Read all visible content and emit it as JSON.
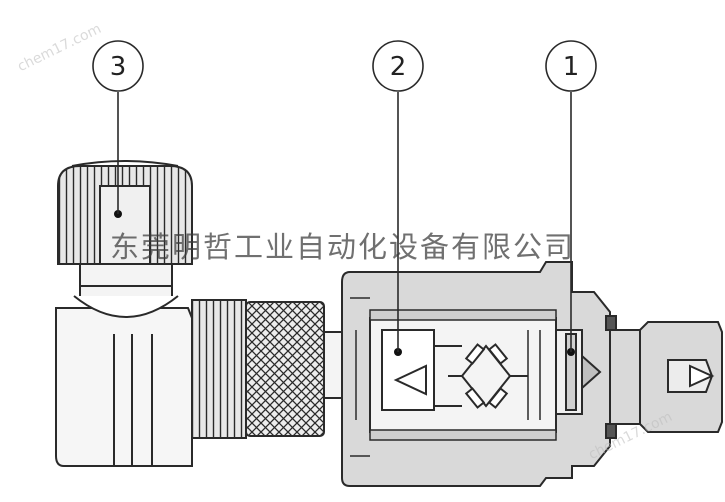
{
  "callouts": [
    {
      "id": "callout-1",
      "label": "1"
    },
    {
      "id": "callout-2",
      "label": "2"
    },
    {
      "id": "callout-3",
      "label": "3"
    }
  ],
  "watermark": {
    "company": "东莞明哲工业自动化设备有限公司",
    "site": "chem17.com"
  },
  "colors": {
    "outline": "#2a2a2a",
    "body_fill": "#d9d9d9",
    "light_fill": "#f2f2f2",
    "background": "#ffffff"
  }
}
